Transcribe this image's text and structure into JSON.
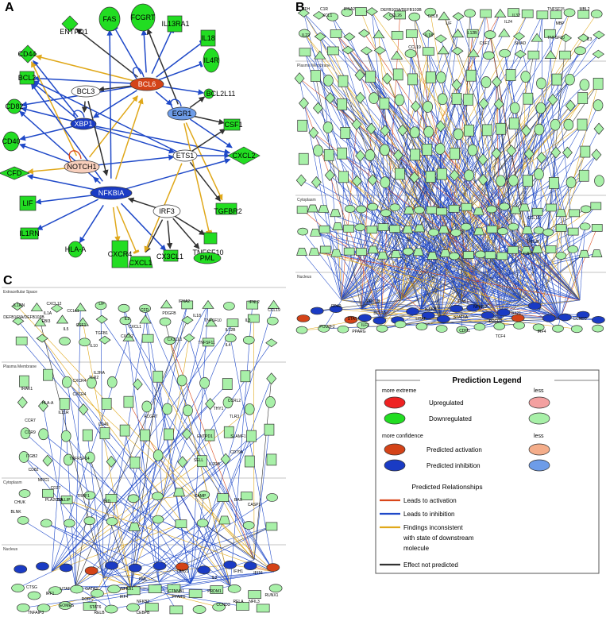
{
  "panels": {
    "a": {
      "letter": "A",
      "nodes": {
        "entpd1": "ENTPD1",
        "fas": "FAS",
        "fcgrt": "FCGRT",
        "il13ra1": "IL13RA1",
        "il18": "IL18",
        "cd44": "CD44",
        "bcl6": "BCL6",
        "il4r": "IL4R",
        "bcl2": "BCL2",
        "bcl3": "BCL3",
        "bcl2l11": "BCL2L11",
        "cd82": "CD82",
        "xbp1": "XBP1",
        "egr1": "EGR1",
        "csf1": "CSF1",
        "cd40": "CD40",
        "notch1": "NOTCH1",
        "ets1": "ETS1",
        "cxcl2": "CXCL2",
        "cfd": "CFD",
        "nfkbia": "NFKBIA",
        "irf3": "IRF3",
        "tgfbr2": "TGFBR2",
        "lif": "LIF",
        "tnfsf10": "TNFSF10",
        "il1rn": "IL1RN",
        "pml": "PML",
        "hla_a": "HLA-A",
        "cxcr4": "CXCR4",
        "cxcl1": "CXCL1",
        "cx3cl1": "CX3CL1"
      }
    },
    "b": {
      "letter": "B",
      "layers": [
        "Plasma Membrane",
        "Cytoplasm",
        "Nucleus"
      ],
      "labels": [
        "CFH",
        "C1R",
        "IFNA2",
        "DEFB103A/DEFB103B",
        "TNFSF15",
        "MBL2",
        "IL22",
        "XCL1",
        "CCL26",
        "CCL8",
        "IL32",
        "IL3",
        "LIF",
        "IL18",
        "CCL19",
        "IL12B",
        "SMAD",
        "CSF1",
        "TNFSF10",
        "IL24",
        "MBP",
        "C6",
        "CCL13",
        "BCL10",
        "LITAF",
        "STAT5A",
        "NFKBIZ",
        "STAT4",
        "PPARG",
        "CDH1",
        "IRF4",
        "TCF4",
        "CCND3",
        "POU2F2",
        "ILF3",
        "PDCD2",
        "BX21",
        "E2F1",
        "RELB",
        "IKBKB",
        "IRAK1",
        "PRKCB",
        "CD40"
      ]
    },
    "c": {
      "letter": "C",
      "layers": [
        "Extracellular Space",
        "Plasma Membrane",
        "Cytoplasm",
        "Nucleus"
      ],
      "labels": [
        "IL1RN",
        "CXCL12",
        "CCL11",
        "LIF",
        "CFD",
        "IFNA2",
        "IFNL2",
        "CCL19",
        "DEFB103A/DEFB103B",
        "IL1A",
        "IL2",
        "PDGFB",
        "IL18",
        "CXCL1",
        "TNFSF10",
        "IL3",
        "EBI3",
        "IL5",
        "CSF1",
        "TGFB1",
        "IL12B",
        "CXCL2",
        "CX3CL1",
        "TNFSF11",
        "IL4",
        "IL10",
        "IL2RA",
        "IRAK1",
        "CXCR4",
        "TLR2",
        "CXCR4",
        "CCRL2",
        "TLR3",
        "HLA-A",
        "CCR7",
        "CCR9",
        "CD40",
        "FCGRT",
        "SLAMF1",
        "THY1",
        "CD79A",
        "IL21R",
        "ITGB2",
        "CD82",
        "MRC1",
        "TNFRSF14",
        "ENTPD1",
        "SELL",
        "IL2RB",
        "CD27",
        "TOLLIP",
        "TRAF1",
        "BID",
        "CAMP",
        "BAX",
        "CASP1",
        "CHUK",
        "BLNK",
        "PLA2G2A",
        "CTSG",
        "IRF1",
        "LITAF",
        "GATA3",
        "RORC",
        "NFKB1",
        "IRF4",
        "CTNNB1",
        "PRDM1",
        "PPARG",
        "RELA",
        "NFIL3",
        "RUNX1",
        "IFIH1",
        "IFI16",
        "TNFAIP3",
        "EOMES",
        "STAT6",
        "RELB",
        "NFKB2",
        "CEBPB",
        "CCND3",
        "PML",
        "TBX21",
        "IL2",
        "ETS1",
        "XBP1"
      ]
    }
  },
  "legend": {
    "title": "Prediction Legend",
    "more_extreme": "more extreme",
    "less": "less",
    "upregulated": "Upregulated",
    "downregulated": "Downregulated",
    "more_confidence": "more confidence",
    "less2": "less",
    "pred_activation": "Predicted activation",
    "pred_inhibition": "Predicted inhibition",
    "relationships_title": "Predicted Relationships",
    "leads_activation": "Leads to activation",
    "leads_inhibition": "Leads to inhibition",
    "inconsistent_1": "Findings inconsistent",
    "inconsistent_2": "with state of downstream",
    "inconsistent_3": "molecule",
    "not_predicted": "Effect not predicted"
  },
  "colors": {
    "downregulated": "#22dd22",
    "down_light": "#a8f0a8",
    "upregulated": "#ee2222",
    "up_light": "#f3a0a0",
    "activation": "#d44318",
    "activation_light": "#f4ad8a",
    "inhibition": "#1a3bc4",
    "inhibition_light": "#6d9ce8",
    "edge_blue": "#1f49c8",
    "edge_orange": "#e0a81a",
    "edge_black": "#333333",
    "edge_red": "#d9461a"
  }
}
